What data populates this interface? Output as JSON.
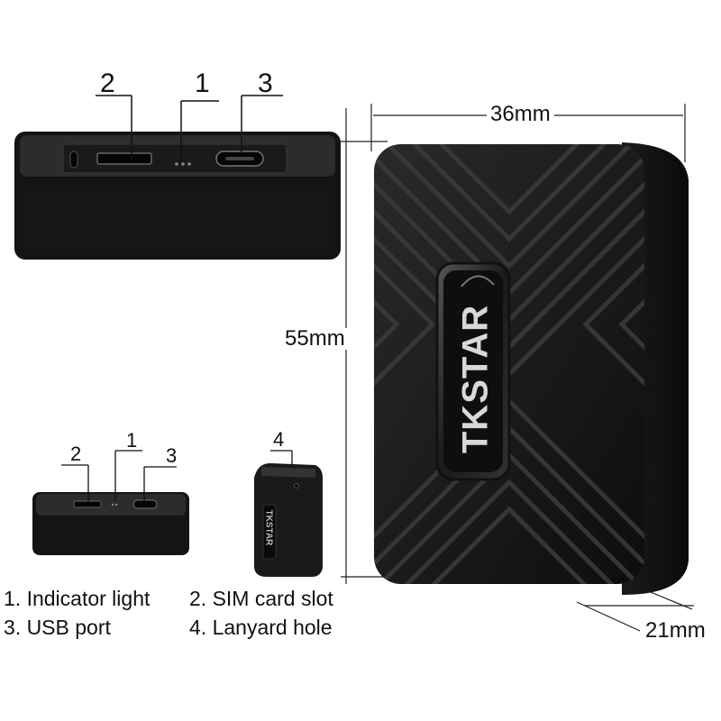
{
  "top_view": {
    "callout_2": "2",
    "callout_1": "1",
    "callout_3": "3"
  },
  "dimensions": {
    "width": "36mm",
    "height": "55mm",
    "depth": "21mm"
  },
  "device": {
    "brand": "TKSTAR"
  },
  "small_front": {
    "callout_2": "2",
    "callout_1": "1",
    "callout_3": "3"
  },
  "small_back": {
    "callout_4": "4",
    "brand": "TKSTAR"
  },
  "legend": {
    "item_1": "1. Indicator light",
    "item_2": "2. SIM card slot",
    "item_3": "3. USB port",
    "item_4": "4. Lanyard hole"
  }
}
